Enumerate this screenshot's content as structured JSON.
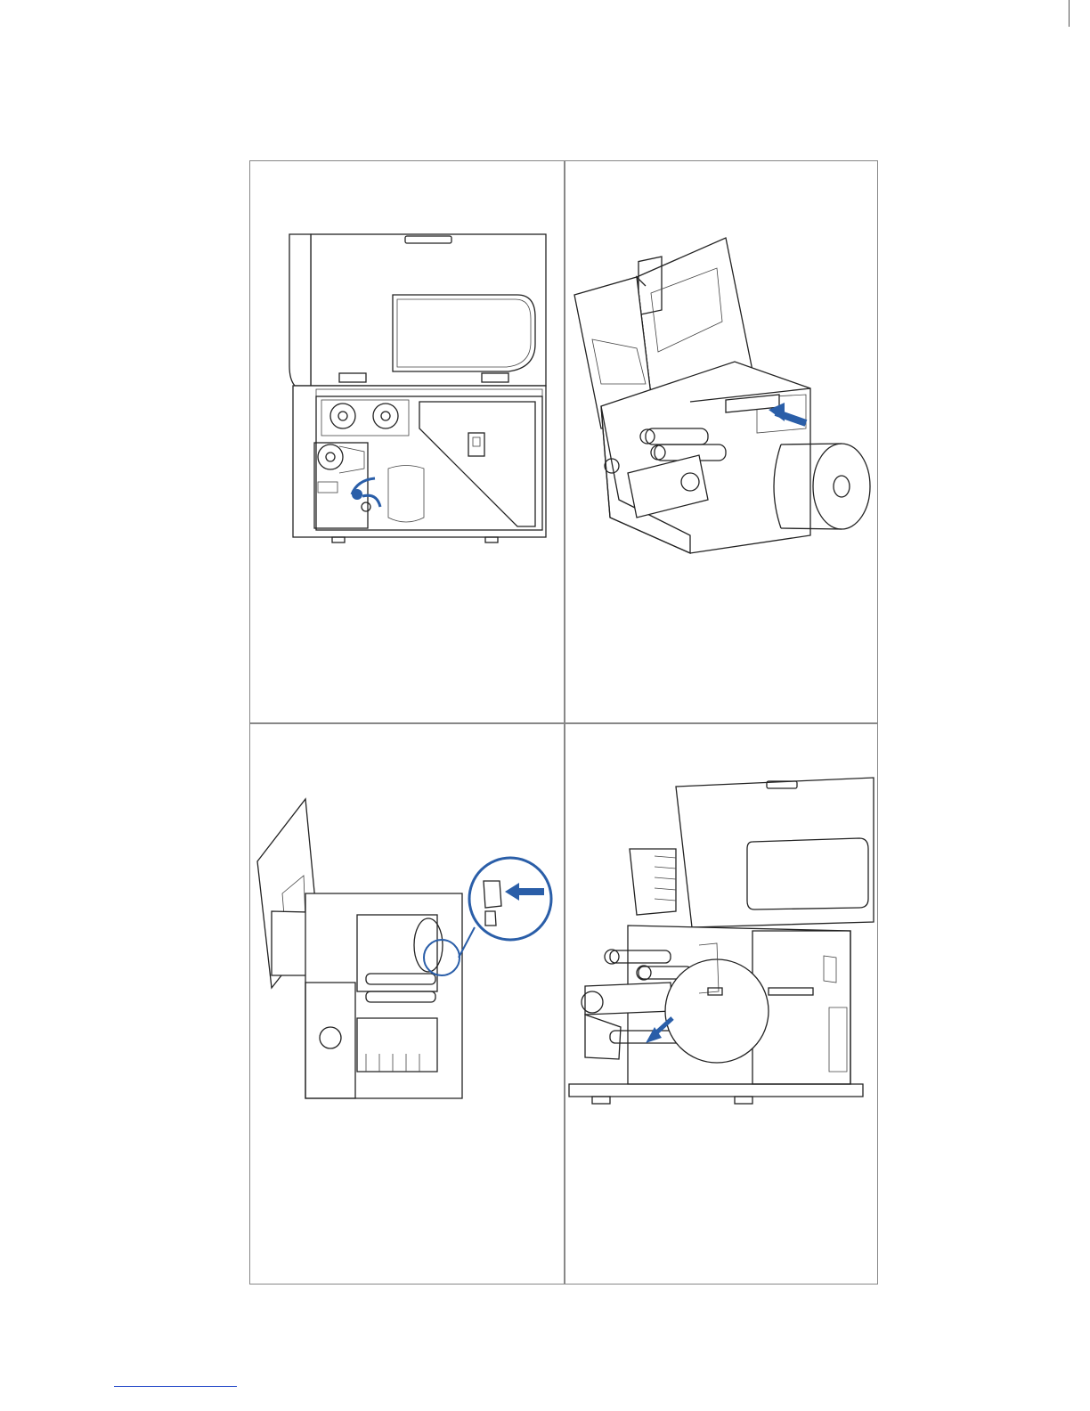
{
  "figures": [
    {
      "id": "fig-1",
      "icon": "printer-open-front-view"
    },
    {
      "id": "fig-2",
      "icon": "printer-load-media-roll"
    },
    {
      "id": "fig-3",
      "icon": "printer-media-guide-detail"
    },
    {
      "id": "fig-4",
      "icon": "printer-media-path-side-view"
    }
  ],
  "colors": {
    "accent": "#2a5ea8",
    "line": "#222222",
    "border": "#888888"
  }
}
